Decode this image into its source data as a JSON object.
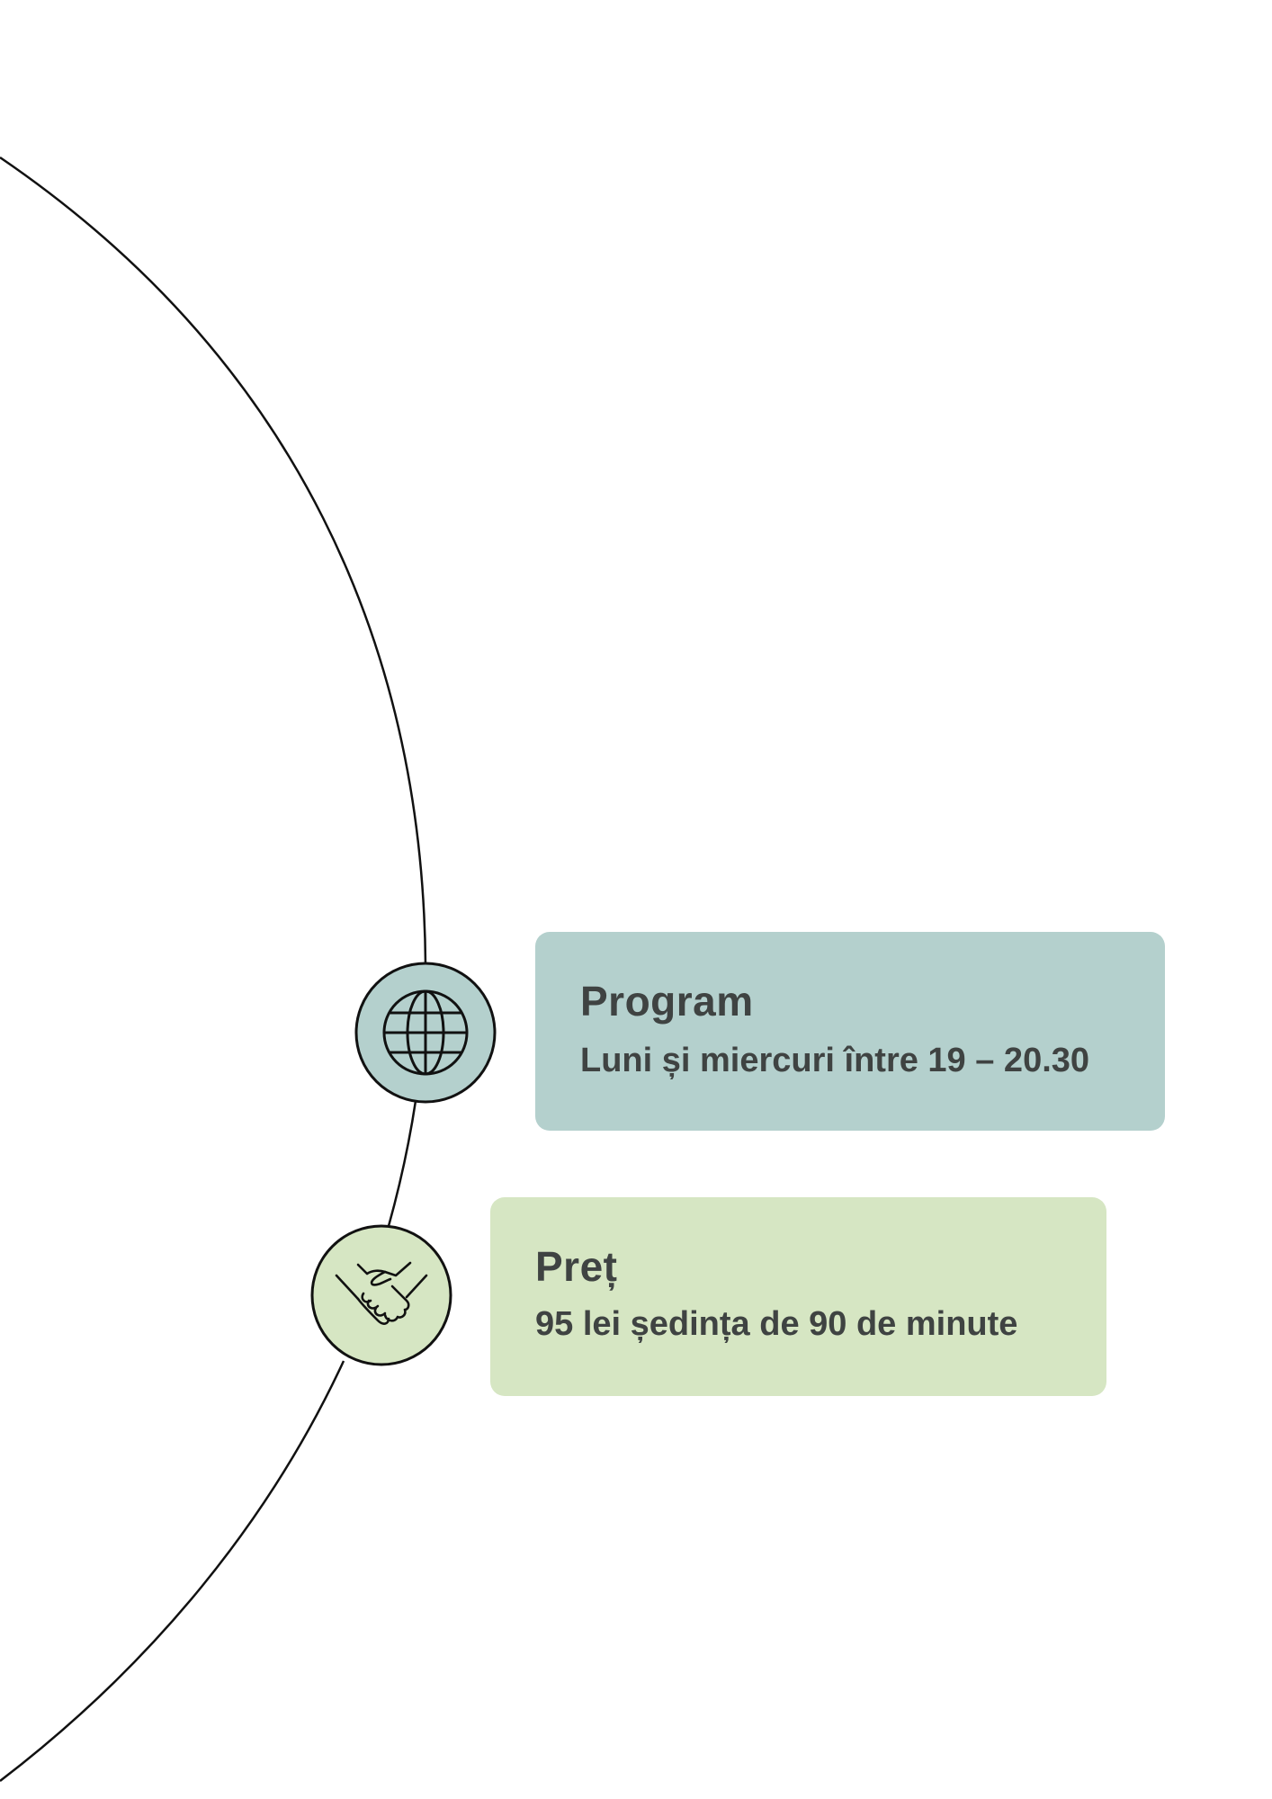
{
  "colors": {
    "program_card": "#b4d0cd",
    "pret_card": "#d6e6c3",
    "globe_node": "#b4d0cd",
    "handshake_node": "#d6e6c3",
    "line": "#111111",
    "text": "#3f4342"
  },
  "items": [
    {
      "title": "Program",
      "text": "Luni și miercuri între 19 – 20.30",
      "icon": "globe-icon"
    },
    {
      "title": "Preț",
      "text": "95 lei ședința de 90 de minute",
      "icon": "handshake-icon"
    }
  ]
}
